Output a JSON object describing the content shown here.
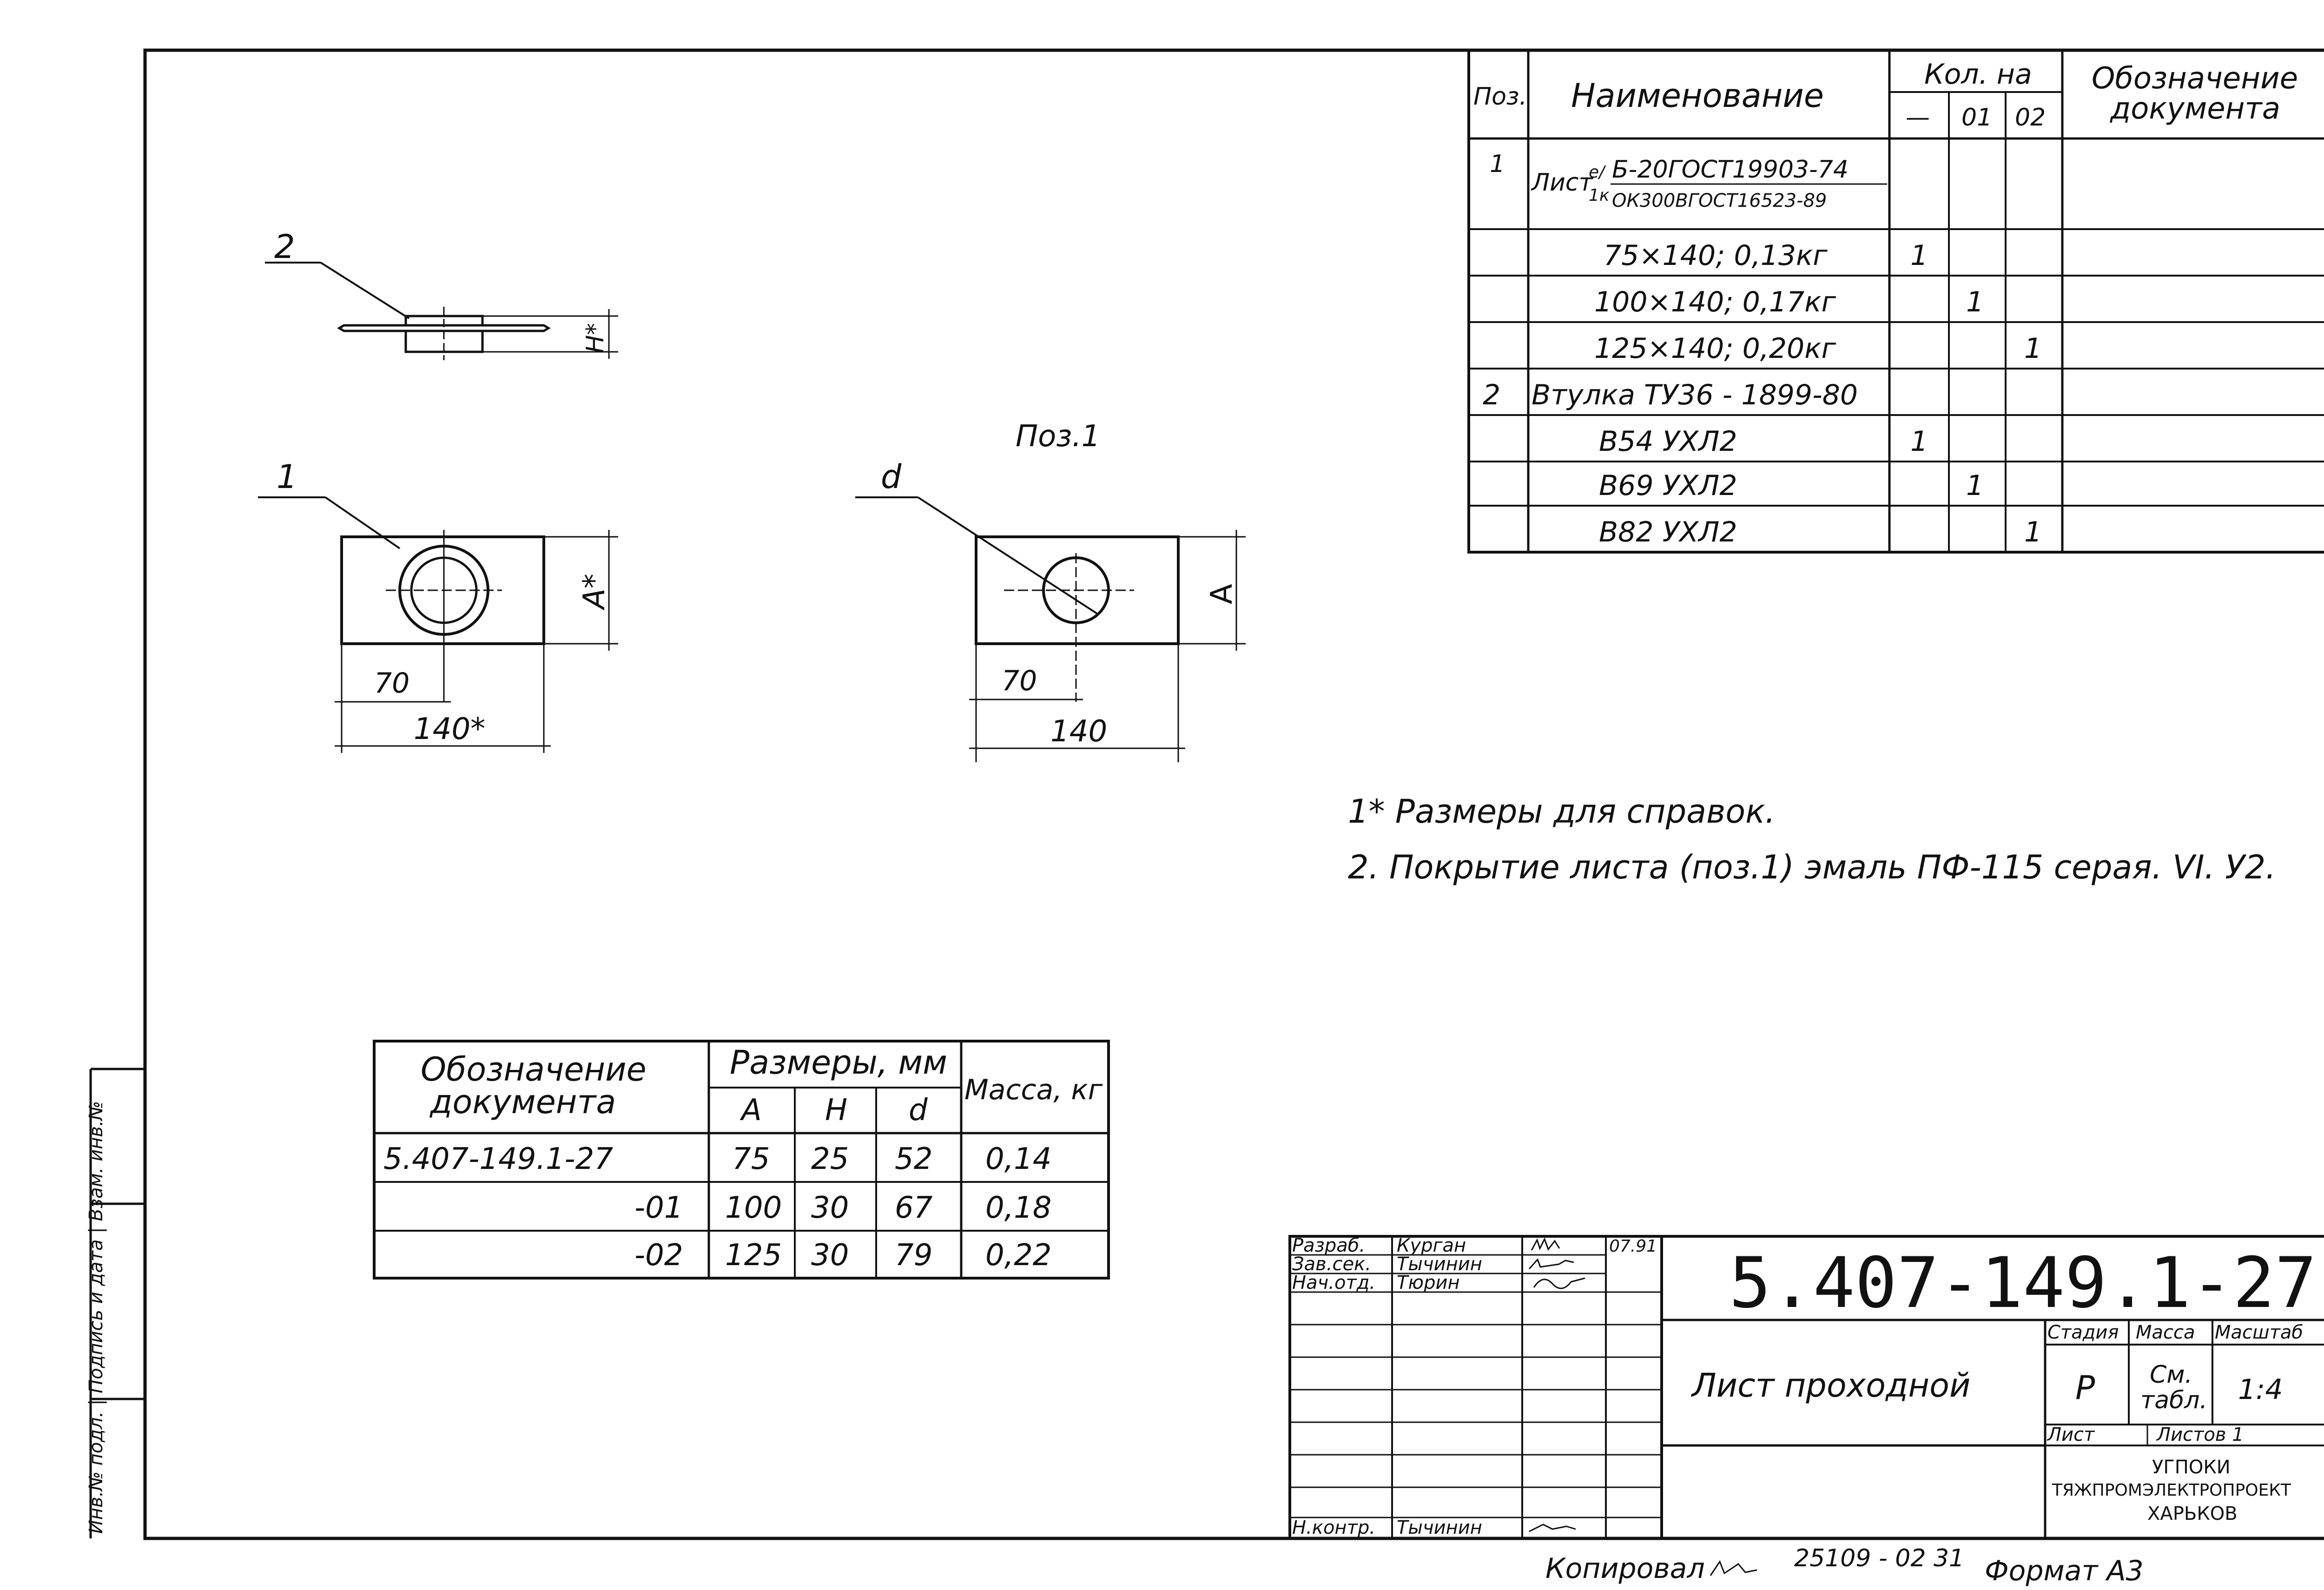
{
  "spec_table": {
    "headers": {
      "pos": "Поз.",
      "name": "Наименование",
      "qty": "Кол. на",
      "qty_dash": "—",
      "qty_01": "01",
      "qty_02": "02",
      "doc_line1": "Обозначение",
      "doc_line2": "документа"
    },
    "rows": [
      {
        "pos": "1",
        "name": "Лист",
        "name_top": "Б-20ГОСТ19903-74",
        "name_bottom": "ОК300ВГОСТ16523-89",
        "frac_top": "е/",
        "frac_bottom": "1к",
        "q0": "",
        "q1": "",
        "q2": ""
      },
      {
        "pos": "",
        "name": "75×140; 0,13кг",
        "q0": "1",
        "q1": "",
        "q2": ""
      },
      {
        "pos": "",
        "name": "100×140; 0,17кг",
        "q0": "",
        "q1": "1",
        "q2": ""
      },
      {
        "pos": "",
        "name": "125×140; 0,20кг",
        "q0": "",
        "q1": "",
        "q2": "1"
      },
      {
        "pos": "2",
        "name": "Втулка ТУ36 - 1899-80",
        "q0": "",
        "q1": "",
        "q2": ""
      },
      {
        "pos": "",
        "name": "В54 УХЛ2",
        "q0": "1",
        "q1": "",
        "q2": ""
      },
      {
        "pos": "",
        "name": "В69 УХЛ2",
        "q0": "",
        "q1": "1",
        "q2": ""
      },
      {
        "pos": "",
        "name": "В82 УХЛ2",
        "q0": "",
        "q1": "",
        "q2": "1"
      }
    ]
  },
  "drawing": {
    "leader_2": "2",
    "dim_h": "Н*",
    "leader_1": "1",
    "dim_a_star": "А*",
    "dim_70_a": "70",
    "dim_140_star": "140*",
    "view_title": "Поз.1",
    "leader_d": "d",
    "dim_a": "А",
    "dim_70_b": "70",
    "dim_140": "140"
  },
  "notes": [
    "1* Размеры для справок.",
    "2. Покрытие листа (поз.1) эмаль ПФ-115 серая. VI. У2."
  ],
  "dim_table": {
    "headers": {
      "doc_line1": "Обозначение",
      "doc_line2": "документа",
      "sizes": "Размеры, мм",
      "a": "А",
      "h": "Н",
      "d": "d",
      "mass": "Масса, кг"
    },
    "rows": [
      {
        "doc": "5.407-149.1-27",
        "a": "75",
        "h": "25",
        "d": "52",
        "mass": "0,14"
      },
      {
        "doc": "-01",
        "a": "100",
        "h": "30",
        "d": "67",
        "mass": "0,18"
      },
      {
        "doc": "-02",
        "a": "125",
        "h": "30",
        "d": "79",
        "mass": "0,22"
      }
    ]
  },
  "title_block": {
    "signatures": [
      {
        "role": "Разраб.",
        "name": "Курган",
        "date": "07.91"
      },
      {
        "role": "Зав.сек.",
        "name": "Тычинин",
        "date": ""
      },
      {
        "role": "Нач.отд.",
        "name": "Тюрин",
        "date": ""
      },
      {
        "role": "Н.контр.",
        "name": "Тычинин",
        "date": ""
      }
    ],
    "code": "5.407-149.1-27",
    "doc_name": "Лист проходной",
    "stage_label": "Стадия",
    "mass_label": "Масса",
    "scale_label": "Масштаб",
    "stage": "Р",
    "mass_line1": "См.",
    "mass_line2": "табл.",
    "scale": "1:4",
    "sheet_label": "Лист",
    "sheets_label": "Листов 1",
    "org_line1": "УГПОКИ",
    "org_line2": "ТЯЖПРОМЭЛЕКТРОПРОЕКТ",
    "org_line3": "ХАРЬКОВ"
  },
  "side_stamp": "Инв.№ подл. | Подпись и дата | Взам. инв.№",
  "footer": {
    "copied": "Копировал",
    "order": "25109 - 02  31",
    "format": "Формат А3"
  }
}
